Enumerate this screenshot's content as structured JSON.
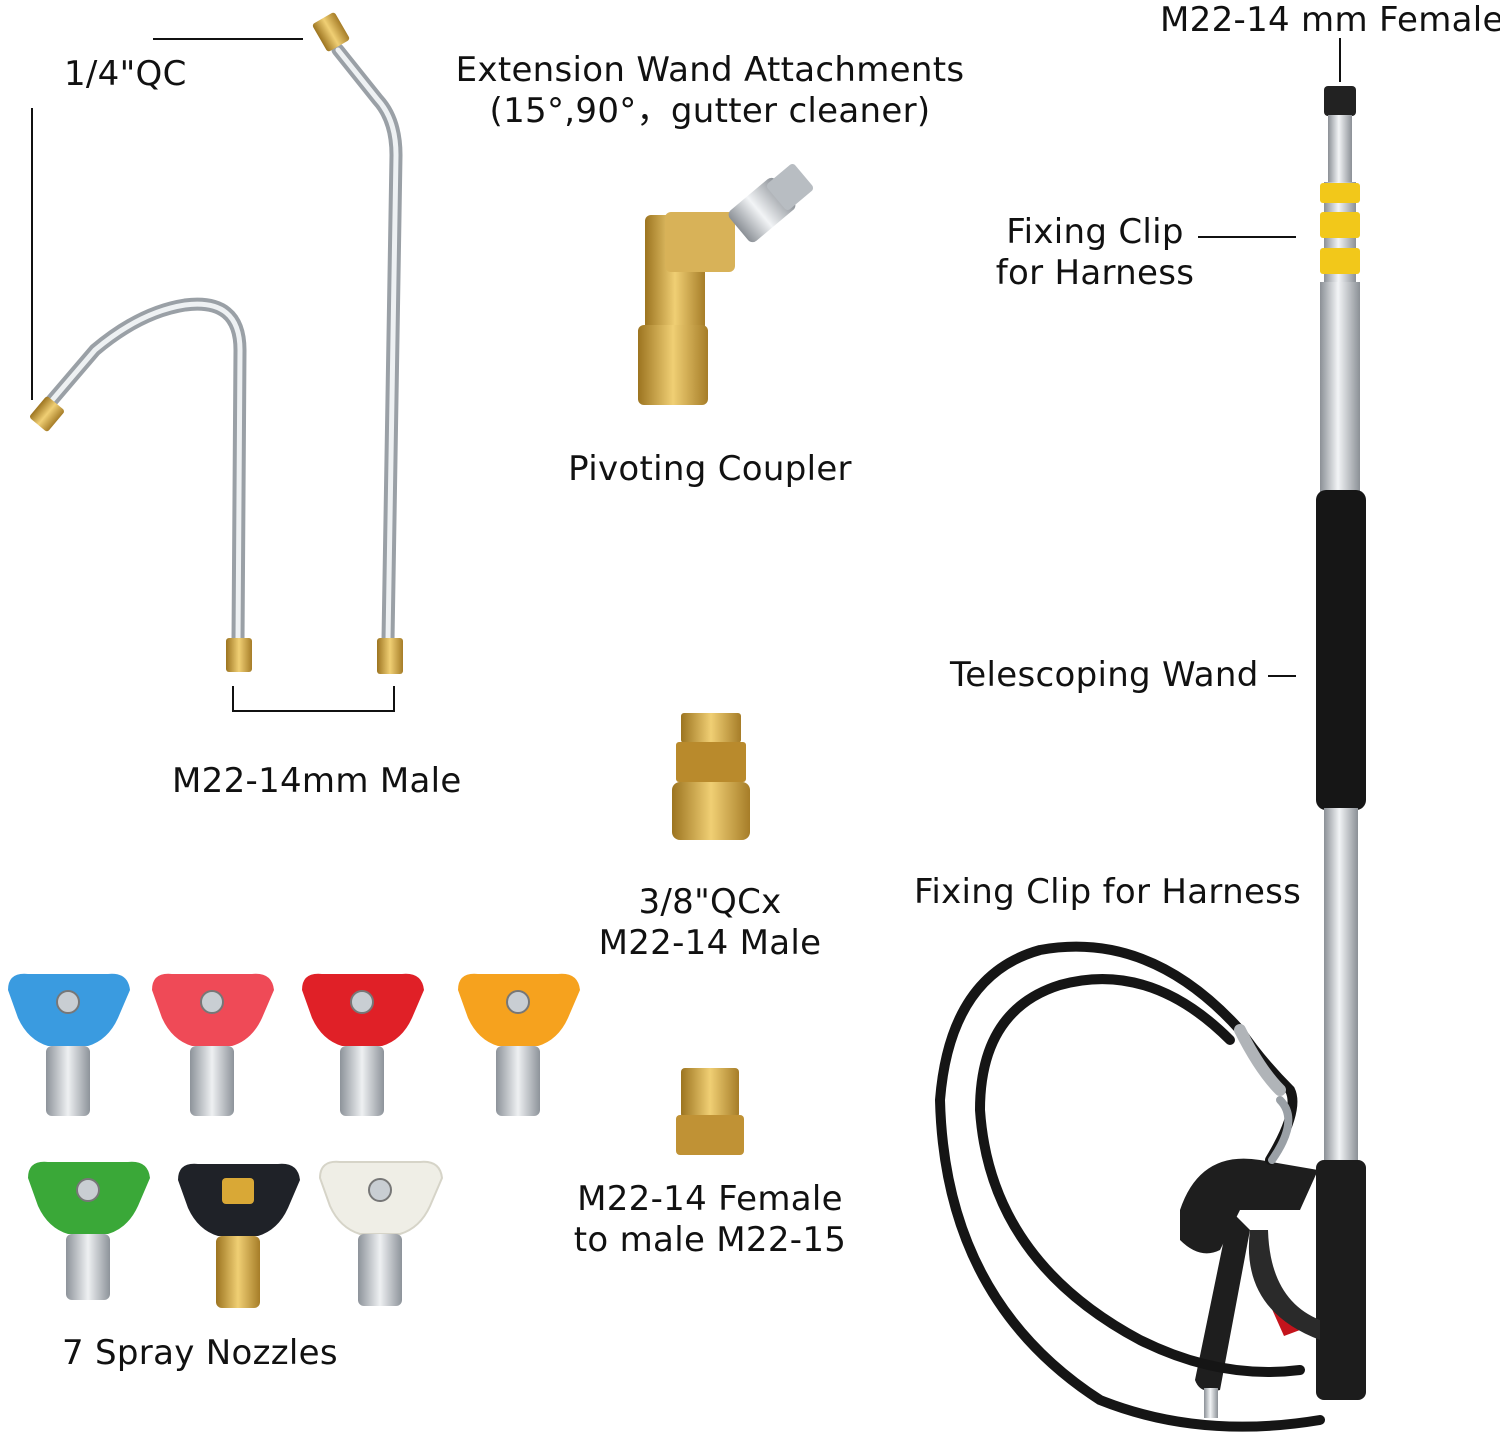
{
  "labels": {
    "qc_quarter": "1/4\"QC",
    "ext_attach_1": "Extension Wand Attachments",
    "ext_attach_2": "(15°,90°，gutter cleaner)",
    "pivoting": "Pivoting Coupler",
    "m22_male": "M22-14mm Male",
    "qc38_1": "3/8\"QCx",
    "qc38_2": "M22-14 Male",
    "female_1": "M22-14 Female",
    "female_2": "to male M22-15",
    "nozzles": "7 Spray Nozzles",
    "top_female": "M22-14 mm Female",
    "clip_1": "Fixing Clip",
    "clip_2": "for Harness",
    "telescoping": "Telescoping Wand",
    "clip_harness": "Fixing Clip for Harness"
  },
  "colors": {
    "brass": "#c9a046",
    "steel": "#c8ccd0",
    "grip": "#161616",
    "clip": "#f2c81a",
    "trigger": "#c4141c"
  },
  "nozzle_colors": [
    "#3a9be0",
    "#ef4a57",
    "#e02027",
    "#f6a21e",
    "#3aa838",
    "#1f2228",
    "#efeee6"
  ]
}
